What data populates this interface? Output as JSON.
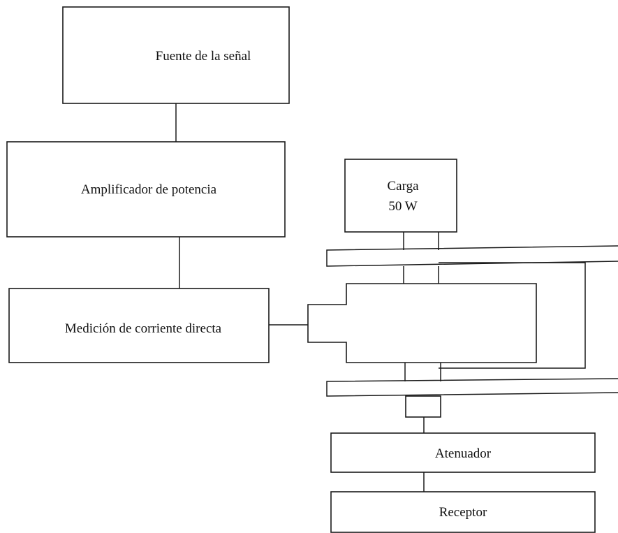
{
  "blocks": {
    "signal_source": "Fuente de la señal",
    "power_amplifier": "Amplificador de potencia",
    "dc_measurement": "Medición de corriente directa",
    "load_line1": "Carga",
    "load_line2": "50 W",
    "attenuator": "Atenuador",
    "receiver": "Receptor"
  }
}
